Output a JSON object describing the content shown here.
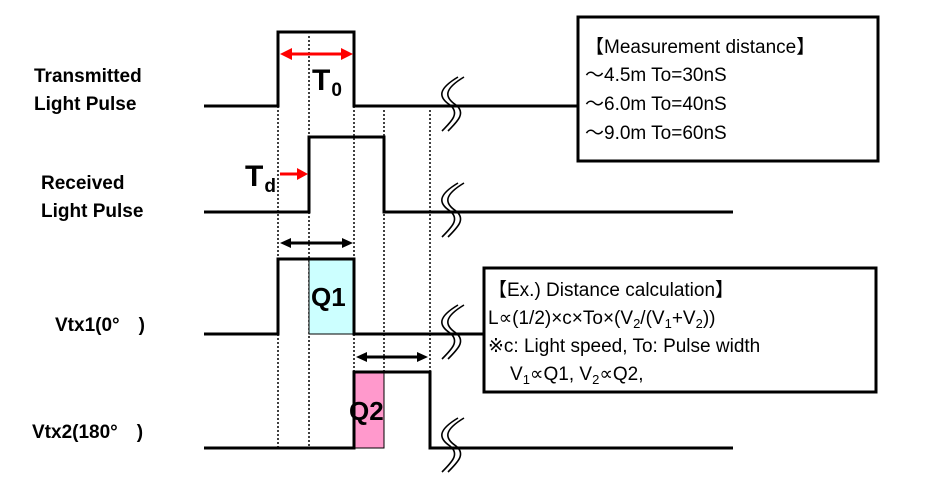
{
  "signals": [
    {
      "id": "tx",
      "label_lines": [
        "Transmitted",
        "Light Pulse"
      ]
    },
    {
      "id": "rx",
      "label_lines": [
        "Received",
        "Light Pulse"
      ]
    },
    {
      "id": "vtx1",
      "label_lines": [
        "Vtx1(0°　)"
      ]
    },
    {
      "id": "vtx2",
      "label_lines": [
        "Vtx2(180°　)"
      ]
    }
  ],
  "annotations": {
    "t0": {
      "main": "T",
      "sub": "0"
    },
    "td": {
      "main": "T",
      "sub": "d"
    },
    "q1": "Q1",
    "q2": "Q2"
  },
  "colors": {
    "line": "#000000",
    "arrow_red": "#ff0000",
    "q1_fill": "#ccffff",
    "q2_fill": "#ff99cc"
  },
  "measurement_box": {
    "title": "【Measurement distance】",
    "lines": [
      "～4.5m To=30nS",
      "～6.0m To=40nS",
      "～9.0m To=60nS"
    ]
  },
  "calc_box": {
    "title": "【Ex.) Distance calculation】",
    "formula": {
      "prefix": "L∝(1/2)×c×To×(V",
      "s1": "2",
      "mid1": "/(V",
      "s2": "1",
      "mid2": "+V",
      "s3": "2",
      "suffix": "))"
    },
    "note": "※c: Light speed, To: Pulse width",
    "relation": {
      "a": "V",
      "a_sub": "1",
      "a_rest": "∝Q1, V",
      "b_sub": "2",
      "b_rest": "∝Q2,"
    }
  }
}
